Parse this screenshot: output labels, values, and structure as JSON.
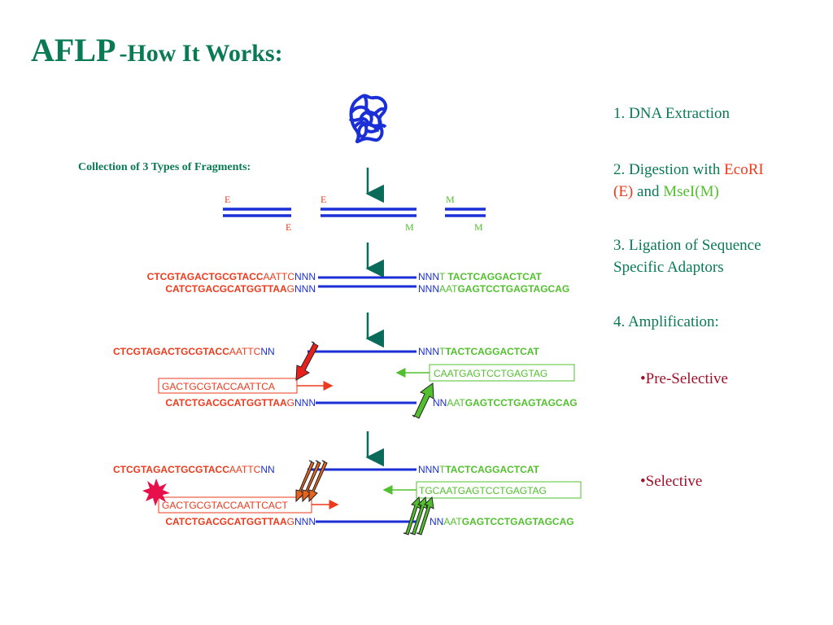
{
  "title": {
    "main": "AFLP",
    "sub": "-How It Works:"
  },
  "steps": {
    "s1": "1. DNA Extraction",
    "s2_prefix": "2. Digestion with ",
    "s2_ecori": "EcoRI",
    "s2_e": "(E)",
    "s2_and": " and ",
    "s2_msei": "MseI(M)",
    "s3_line1": "3. Ligation of Sequence",
    "s3_line2": "Specific Adaptors",
    "s4": "4. Amplification:",
    "pre": "•Pre-Selective",
    "sel": "•Selective"
  },
  "fragments": {
    "caption": "Collection of  3 Types of Fragments:",
    "labels": {
      "e1": "E",
      "e2": "E",
      "m1": "M",
      "e3": "E",
      "m2": "M",
      "m3": "M"
    }
  },
  "ligation": {
    "top_left_seq": "CTCGTAGACTGCGTACC",
    "top_left_site": "AATTC",
    "top_left_n": "NNN",
    "bottom_left_seq": "CATCTGACGCATGGTTAA",
    "bottom_left_site": "G",
    "bottom_left_n": "NNN",
    "top_right_n": "NNN",
    "top_right_site": "T",
    "top_right_seq": "TACTCAGGACTCAT",
    "bottom_right_n": "NNN",
    "bottom_right_site": "AAT",
    "bottom_right_seq": "GAGTCCTGAGTAGCAG"
  },
  "preselective": {
    "top_left_seq": "CTCGTAGACTGCGTACC",
    "top_left_site": "AATTC",
    "top_left_n": "NN",
    "primer_left": "GACTGCGTACCAATTCA",
    "bottom_left_seq": "CATCTGACGCATGGTTAA",
    "bottom_left_site": "G",
    "bottom_left_n": "NNN",
    "top_right_n": "NNN",
    "top_right_site": "T",
    "top_right_seq": "TACTCAGGACTCAT",
    "primer_right": "CAATGAGTCCTGAGTAG",
    "bottom_right_n": "NN",
    "bottom_right_site": "AAT",
    "bottom_right_seq": "GAGTCCTGAGTAGCAG"
  },
  "selective": {
    "top_left_seq": "CTCGTAGACTGCGTACC",
    "top_left_site": "AATTC",
    "top_left_n": "NN",
    "primer_left": "GACTGCGTACCAATTCACT",
    "bottom_left_seq": "CATCTGACGCATGGTTAA",
    "bottom_left_site": "G",
    "bottom_left_n": "NNN",
    "top_right_n": "NNN",
    "top_right_site": "T",
    "top_right_seq": "TACTCAGGACTCAT",
    "primer_right": "TGCAATGAGTCCTGAGTAG",
    "bottom_right_n": "NN",
    "bottom_right_site": "AAT",
    "bottom_right_seq": "GAGTCCTGAGTAGCAG"
  },
  "colors": {
    "title": "#0a7a55",
    "strand": "#1a2fd6",
    "ecori": "#ee3a1c",
    "msei": "#52c02e",
    "arrow_down": "#0a6b5a",
    "bullet": "#a01028"
  }
}
